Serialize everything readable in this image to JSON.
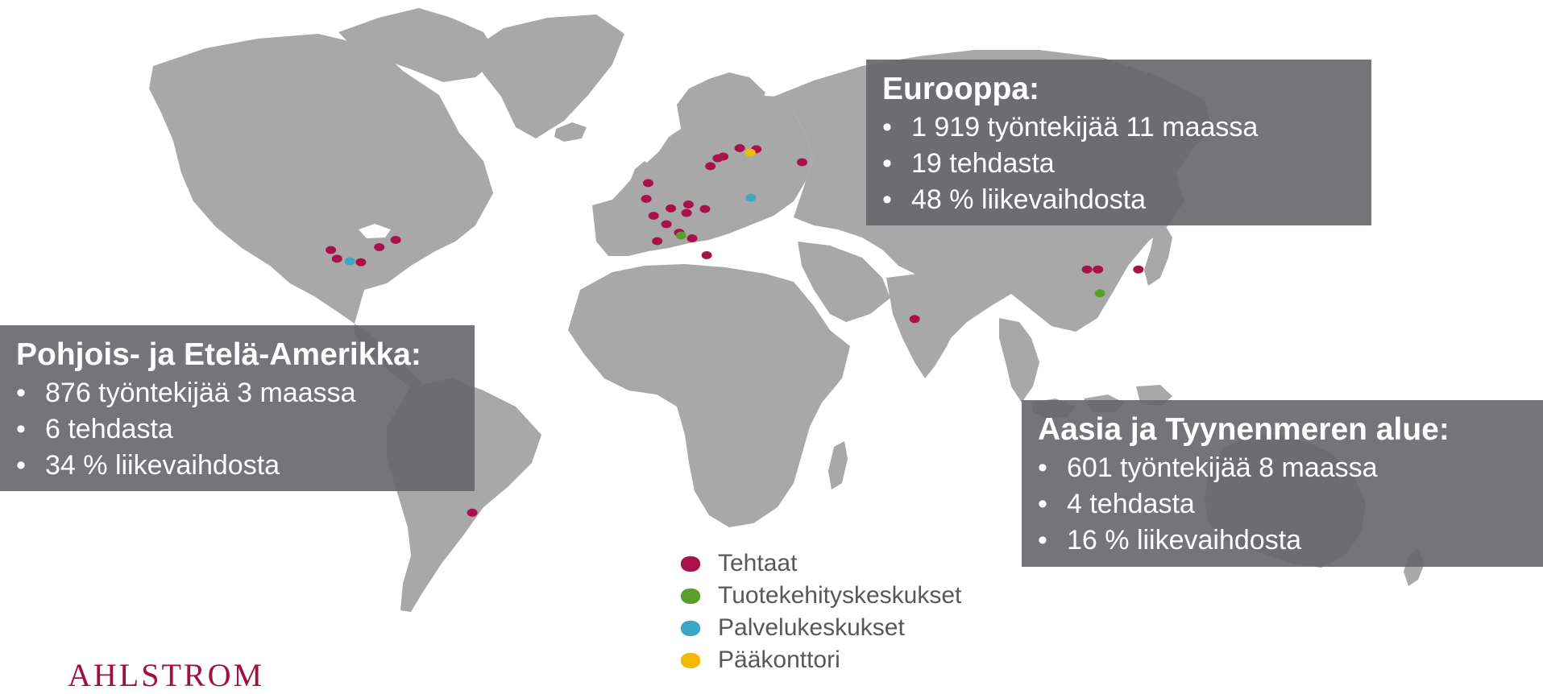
{
  "colors": {
    "land": "#a8a8a8",
    "panel": "#66666a",
    "factories": "#a8114a",
    "rnd": "#5a9e2f",
    "service": "#3ea6c4",
    "headquarters": "#f5b800"
  },
  "panels": {
    "europe": {
      "title": "Eurooppa:",
      "items": [
        "1 919 työntekijää 11 maassa",
        "19 tehdasta",
        "48 % liikevaihdosta"
      ]
    },
    "americas": {
      "title": "Pohjois- ja Etelä-Amerikka:",
      "items": [
        "876 työntekijää 3 maassa",
        "6 tehdasta",
        "34 % liikevaihdosta"
      ]
    },
    "asia": {
      "title": "Aasia ja Tyynenmeren alue:",
      "items": [
        "601 työntekijää 8 maassa",
        "4 tehdasta",
        "16 % liikevaihdosta"
      ]
    }
  },
  "legend": [
    {
      "label": "Tehtaat",
      "icon": "factory-marker"
    },
    {
      "label": "Tuotekehityskeskukset",
      "icon": "rnd-marker"
    },
    {
      "label": "Palvelukeskukset",
      "icon": "service-marker"
    },
    {
      "label": "Pääkonttori",
      "icon": "headquarters-marker"
    }
  ],
  "locations": {
    "factories": [
      {
        "region": "north-america",
        "lon": -90.2,
        "lat": 38.6
      },
      {
        "region": "north-america",
        "lon": -88.5,
        "lat": 35.8
      },
      {
        "region": "north-america",
        "lon": -82.0,
        "lat": 34.7
      },
      {
        "region": "north-america",
        "lon": -77.0,
        "lat": 39.5
      },
      {
        "region": "north-america",
        "lon": -72.5,
        "lat": 41.8
      },
      {
        "region": "south-america",
        "lon": -47.0,
        "lat": -22.5
      },
      {
        "region": "europe",
        "lon": -3.0,
        "lat": 54.8
      },
      {
        "region": "europe",
        "lon": -3.5,
        "lat": 52.0
      },
      {
        "region": "europe",
        "lon": -1.5,
        "lat": 49.0
      },
      {
        "region": "europe",
        "lon": 2.0,
        "lat": 47.5
      },
      {
        "region": "europe",
        "lon": -0.5,
        "lat": 44.5
      },
      {
        "region": "europe",
        "lon": 5.5,
        "lat": 46.0
      },
      {
        "region": "europe",
        "lon": 3.2,
        "lat": 50.3
      },
      {
        "region": "europe",
        "lon": 7.5,
        "lat": 49.5
      },
      {
        "region": "europe",
        "lon": 8.0,
        "lat": 51.0
      },
      {
        "region": "europe",
        "lon": 12.5,
        "lat": 50.2
      },
      {
        "region": "europe",
        "lon": 9.0,
        "lat": 45.0
      },
      {
        "region": "europe",
        "lon": 13.0,
        "lat": 42.0
      },
      {
        "region": "europe",
        "lon": 14.0,
        "lat": 57.8
      },
      {
        "region": "europe",
        "lon": 16.0,
        "lat": 59.2
      },
      {
        "region": "europe",
        "lon": 17.5,
        "lat": 59.5
      },
      {
        "region": "europe",
        "lon": 22.0,
        "lat": 61.0
      },
      {
        "region": "europe",
        "lon": 26.5,
        "lat": 60.8
      },
      {
        "region": "europe",
        "lon": 39.0,
        "lat": 58.5
      },
      {
        "region": "asia",
        "lon": 69.5,
        "lat": 23.0
      },
      {
        "region": "asia",
        "lon": 116.5,
        "lat": 38.8
      },
      {
        "region": "asia",
        "lon": 119.5,
        "lat": 38.8
      },
      {
        "region": "asia",
        "lon": 130.5,
        "lat": 38.8
      }
    ],
    "rnd": [
      {
        "region": "europe",
        "lon": 6.0,
        "lat": 45.5
      },
      {
        "region": "asia",
        "lon": 120.0,
        "lat": 31.2
      }
    ],
    "service": [
      {
        "region": "north-america",
        "lon": -85.0,
        "lat": 35.0
      },
      {
        "region": "europe",
        "lon": 25.0,
        "lat": 52.2
      }
    ],
    "headquarters": [
      {
        "region": "europe",
        "lon": 24.9,
        "lat": 60.2
      }
    ]
  },
  "logo": "AHLSTROM"
}
